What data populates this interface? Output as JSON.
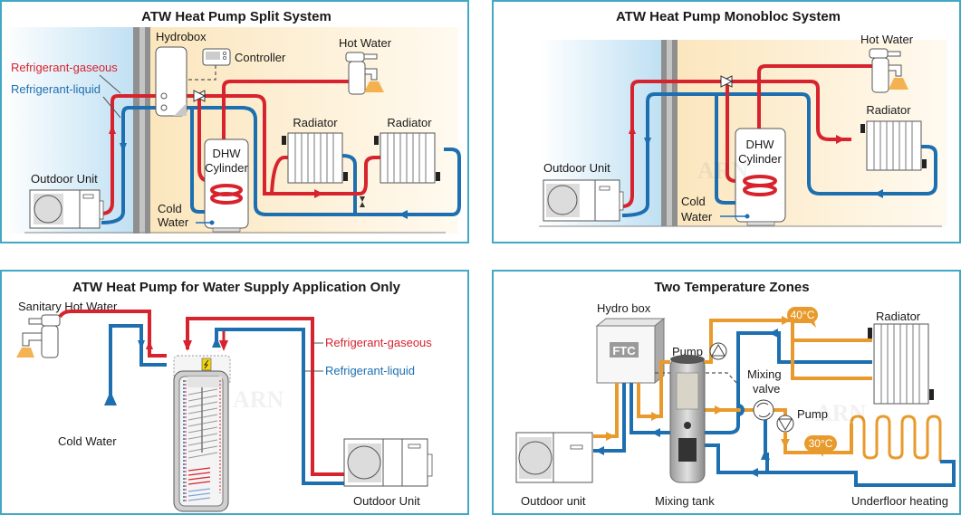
{
  "colors": {
    "border": "#41a9c4",
    "refrigerant_gaseous": "#d7232e",
    "refrigerant_liquid": "#1d6fb0",
    "water_warm": "#e99a2c",
    "outdoor_bg": "#cfe8f6",
    "indoor_bg": "#fdf1d6"
  },
  "panels": {
    "split": {
      "title": "ATW Heat Pump Split System",
      "labels": {
        "hydrobox": "Hydrobox",
        "controller": "Controller",
        "hot_water": "Hot Water",
        "refrigerant_gaseous": "Refrigerant-gaseous",
        "refrigerant_liquid": "Refrigerant-liquid",
        "radiator_1": "Radiator",
        "radiator_2": "Radiator",
        "dhw_line1": "DHW",
        "dhw_line2": "Cylinder",
        "outdoor_unit": "Outdoor Unit",
        "cold_line1": "Cold",
        "cold_line2": "Water"
      }
    },
    "monobloc": {
      "title": "ATW Heat Pump Monobloc System",
      "labels": {
        "hot_water": "Hot Water",
        "radiator": "Radiator",
        "dhw_line1": "DHW",
        "dhw_line2": "Cylinder",
        "outdoor_unit": "Outdoor Unit",
        "cold_line1": "Cold",
        "cold_line2": "Water"
      }
    },
    "water_supply": {
      "title": "ATW Heat Pump for Water Supply Application Only",
      "labels": {
        "sanitary_hot_water": "Sanitary Hot Water",
        "refrigerant_gaseous": "Refrigerant-gaseous",
        "refrigerant_liquid": "Refrigerant-liquid",
        "cold_water": "Cold Water",
        "outdoor_unit": "Outdoor Unit"
      }
    },
    "two_zones": {
      "title": "Two Temperature Zones",
      "labels": {
        "hydro_box": "Hydro box",
        "ftc": "FTC",
        "pump_1": "Pump",
        "pump_2": "Pump",
        "temp_high": "40°C",
        "temp_low": "30°C",
        "radiator": "Radiator",
        "mixing_line1": "Mixing",
        "mixing_line2": "valve",
        "outdoor_unit": "Outdoor unit",
        "mixing_tank": "Mixing tank",
        "underfloor_heating": "Underfloor heating"
      }
    }
  },
  "watermark": "ARN"
}
